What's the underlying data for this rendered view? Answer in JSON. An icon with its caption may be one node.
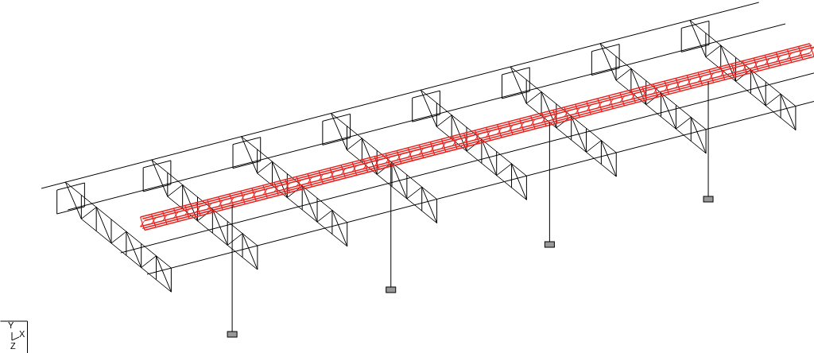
{
  "diagram": {
    "labels": [
      "Y",
      "Z",
      "X"
    ]
  }
}
